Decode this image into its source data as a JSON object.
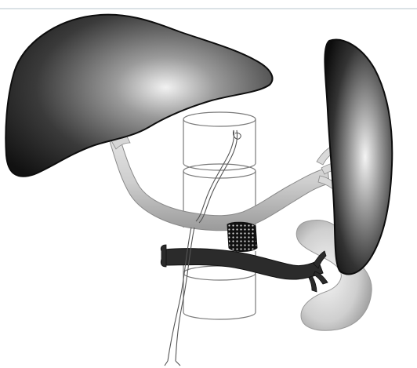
{
  "diagram": {
    "labels": [],
    "colors": {
      "background": "#ffffff",
      "top_border": "#cfd8de",
      "organ_dark": "#1a1a1a",
      "organ_mid": "#6a6a6a",
      "organ_highlight": "#f0f0f0",
      "vessel_fill": "#cdcdcd",
      "vessel_stroke": "#8a8a8a",
      "dark_vessel_fill": "#2b2b2b",
      "graft_outline": "#7a7a7a",
      "cuff_fill": "#111111"
    },
    "structures": [
      "liver",
      "spleen",
      "stomach-pancreas",
      "portal-vein",
      "splenic-vein",
      "renal-vein",
      "vascular-graft-cylinders",
      "banding-cuff",
      "catheter-lines"
    ]
  }
}
